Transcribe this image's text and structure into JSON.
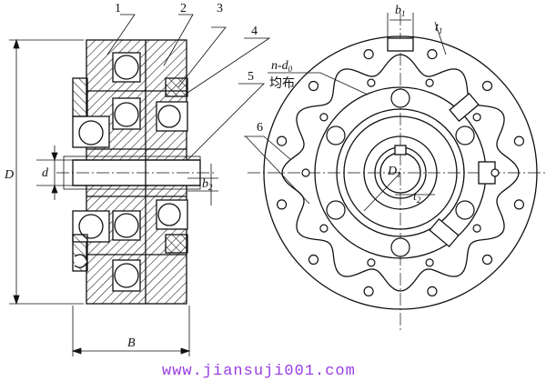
{
  "labels": {
    "part_1": "1",
    "part_2": "2",
    "part_3": "3",
    "part_4": "4",
    "part_5": "5",
    "part_6": "6",
    "dim_D": "D",
    "dim_d": "d",
    "dim_B": "B",
    "dim_b2": "b",
    "dim_b2_sub": "2",
    "dim_b1": "b",
    "dim_b1_sub": "1",
    "dim_t1": "t",
    "dim_t1_sub": "1",
    "dim_t2": "t",
    "dim_t2_sub": "2",
    "dim_D1": "D",
    "dim_D1_sub": "1",
    "note_holes": "n-d",
    "note_holes_sub": "0",
    "note_uniform": "均布"
  },
  "watermark": "www.jiansuji001.com",
  "colors": {
    "line": "#111111",
    "watermark": "#9a3de0"
  }
}
